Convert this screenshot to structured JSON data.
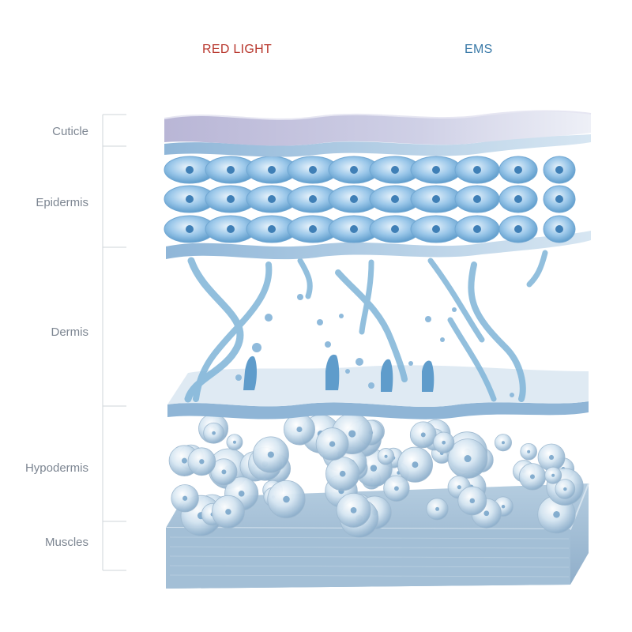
{
  "headers": {
    "red_light": "RED LIGHT",
    "ems": "EMS"
  },
  "layers": [
    "Cuticle",
    "Epidermis",
    "Dermis",
    "Hypodermis",
    "Muscles"
  ],
  "colors": {
    "red_light": "#b8362c",
    "ems": "#3a7aa8",
    "label": "#7d8692",
    "scale_line": "#cfd4da",
    "cuticle": "#c9c8e0",
    "cell": "#8fc0e6",
    "membrane": "#a9c8e2",
    "fibre": "#7fb4d8",
    "muscle": "#9ebad3"
  },
  "icons": [
    "skin-layers-illustration"
  ]
}
